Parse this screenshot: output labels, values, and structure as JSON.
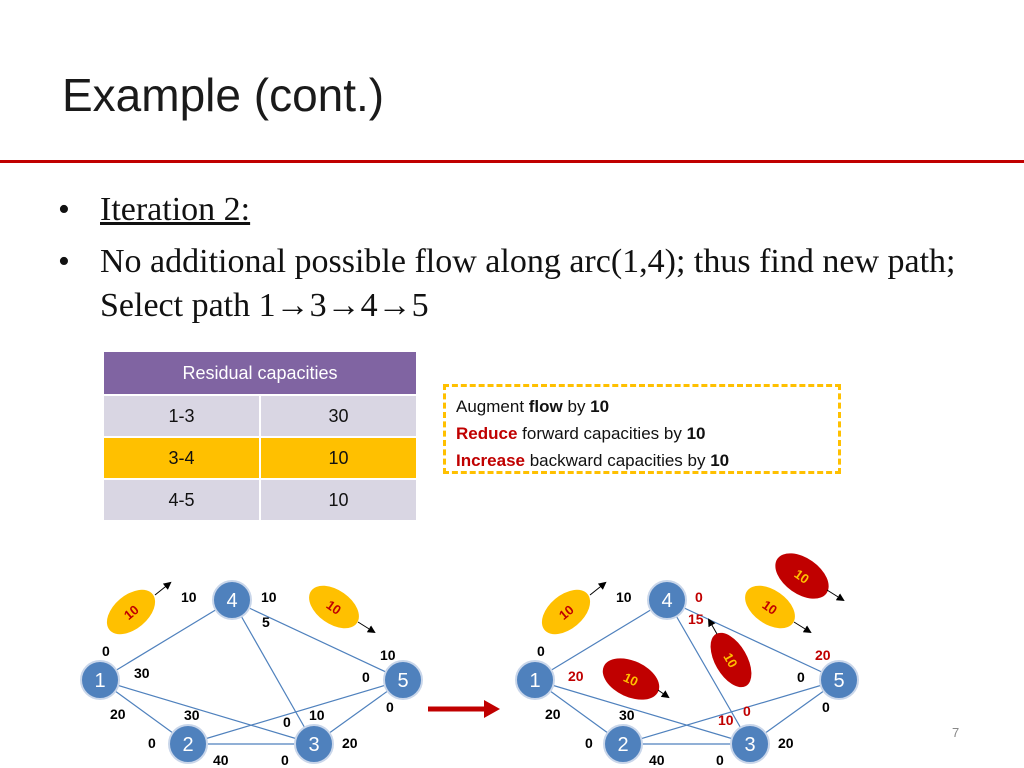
{
  "title": "Example (cont.)",
  "bullets": [
    {
      "text": "Iteration 2:"
    },
    {
      "text": "No additional possible flow along arc(1,4); thus find new path; Select path 1→3→4→5"
    }
  ],
  "residual_table": {
    "header": "Residual  capacities",
    "rows": [
      {
        "arc": "1-3",
        "value": "30"
      },
      {
        "arc": "3-4",
        "value": "10"
      },
      {
        "arc": "4-5",
        "value": "10"
      }
    ]
  },
  "augment_box": {
    "line1_a": "Augment ",
    "line1_b": "flow",
    "line1_c": " by ",
    "line1_d": "10",
    "line2_a": "Reduce",
    "line2_b": " forward capacities by ",
    "line2_c": "10",
    "line3_a": "Increase",
    "line3_b": " backward capacities by ",
    "line3_c": "10"
  },
  "left_graph": {
    "nodes": {
      "n1": "1",
      "n2": "2",
      "n3": "3",
      "n4": "4",
      "n5": "5"
    },
    "labels": {
      "a": "10",
      "b": "10",
      "c": "5",
      "d": "0",
      "e": "30",
      "f": "10",
      "g": "0",
      "h": "20",
      "i": "30",
      "j": "0",
      "k": "10",
      "l": "0",
      "m": "0",
      "n": "20",
      "o": "40",
      "p": "0"
    },
    "ovals": {
      "o1": "10",
      "o2": "10"
    }
  },
  "right_graph": {
    "nodes": {
      "n1": "1",
      "n2": "2",
      "n3": "3",
      "n4": "4",
      "n5": "5"
    },
    "labels": {
      "a": "10",
      "b": "0",
      "c": "15",
      "d": "0",
      "e": "20",
      "f": "20",
      "g": "0",
      "h": "20",
      "i": "30",
      "j": "10",
      "k": "0",
      "l": "0",
      "m": "0",
      "n": "20",
      "o": "40",
      "p": "0"
    },
    "ovals": {
      "o1": "10",
      "o2": "10",
      "o3": "10",
      "o4": "10",
      "o5": "10"
    }
  },
  "page_number": "7",
  "colors": {
    "node": "#4f81bd",
    "accent_red": "#c00000",
    "highlight": "#ffc000",
    "table_header": "#8064a2"
  }
}
